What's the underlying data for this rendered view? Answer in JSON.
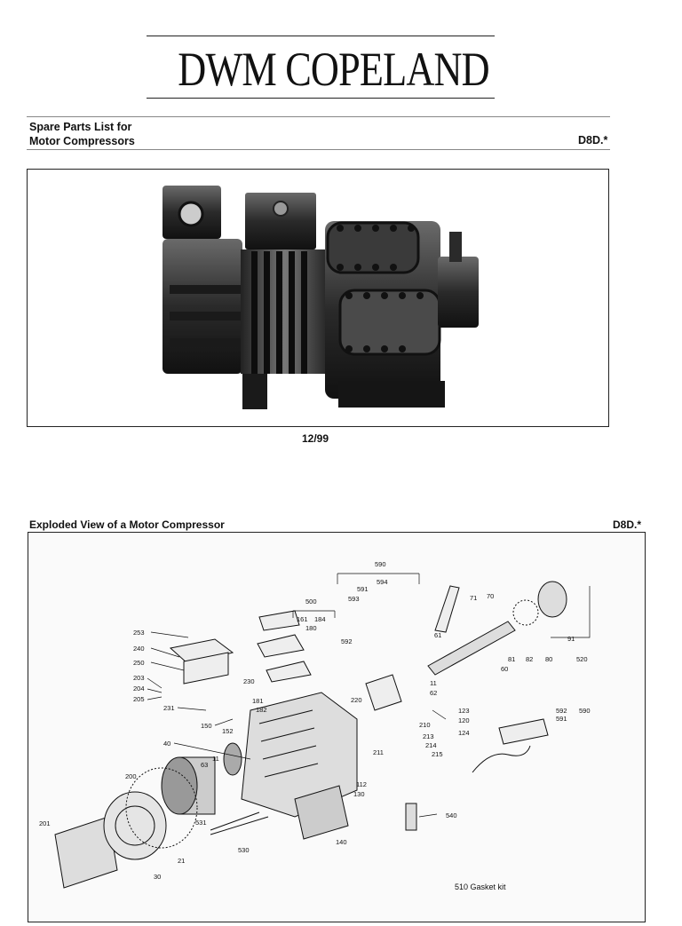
{
  "header": {
    "logo_text": "DWM COPELAND",
    "title_line1": "Spare Parts List for",
    "title_line2": "Motor Compressors",
    "model_code": "D8D.*"
  },
  "cover": {
    "date": "12/99"
  },
  "section": {
    "title": "Exploded View of a Motor Compressor",
    "model_code": "D8D.*"
  },
  "diagram": {
    "callouts": [
      "590",
      "594",
      "591",
      "593",
      "592",
      "500",
      "161",
      "184",
      "180",
      "71",
      "70",
      "61",
      "60",
      "81",
      "82",
      "80",
      "91",
      "520",
      "253",
      "240",
      "250",
      "230",
      "203",
      "204",
      "205",
      "231",
      "181",
      "182",
      "150",
      "152",
      "11",
      "62",
      "220",
      "123",
      "120",
      "124",
      "210",
      "213",
      "214",
      "215",
      "211",
      "40",
      "63",
      "112",
      "130",
      "200",
      "531",
      "201",
      "530",
      "140",
      "21",
      "30",
      "540",
      "592",
      "591",
      "590"
    ],
    "gasket_label": "510 Gasket kit"
  }
}
